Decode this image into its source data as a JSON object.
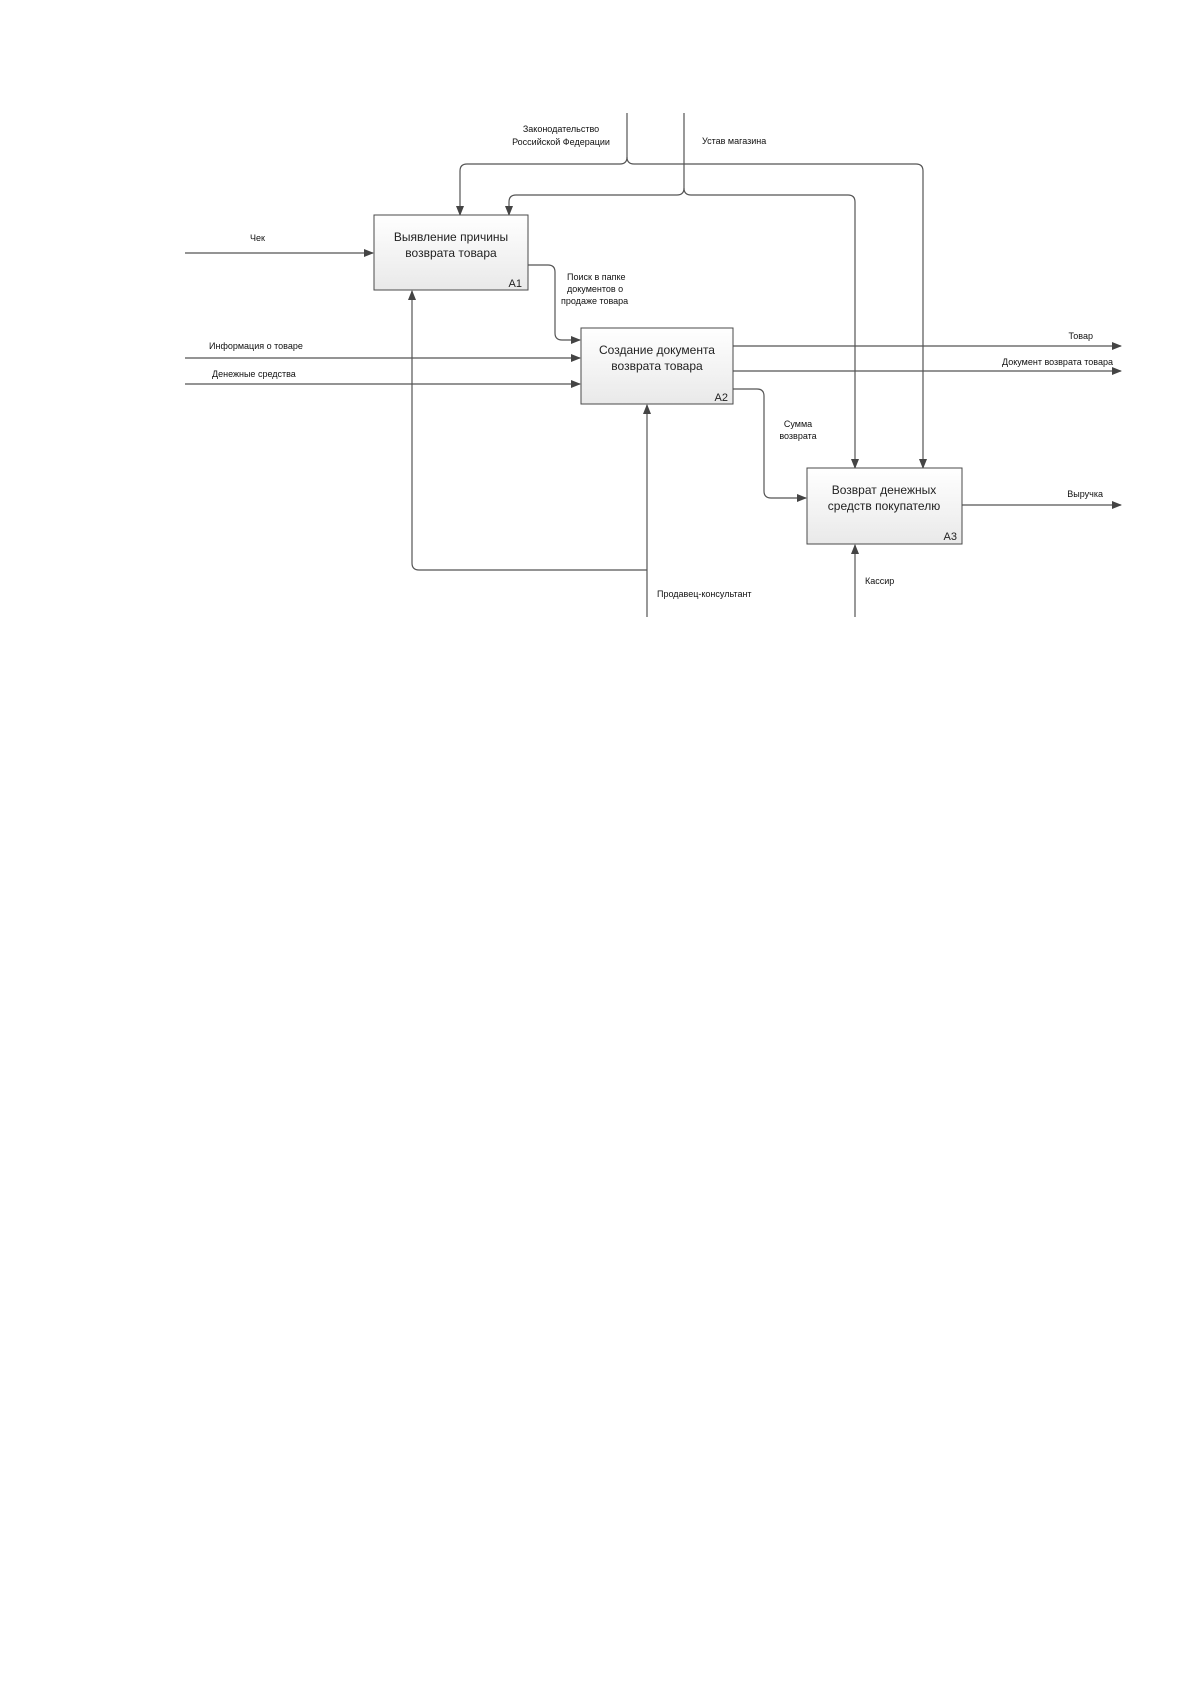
{
  "diagram": {
    "boxes": {
      "a1": {
        "line1": "Выявление причины",
        "line2": "возврата товара",
        "number": "A1"
      },
      "a2": {
        "line1": "Создание документа",
        "line2": "возврата товара",
        "number": "A2"
      },
      "a3": {
        "line1": "Возврат денежных",
        "line2": "средств покупателю",
        "number": "A3"
      }
    },
    "labels": {
      "law_line1": "Законодательство",
      "law_line2": "Российской Федерации",
      "charter": "Устав магазина",
      "check": "Чек",
      "search_line1": "Поиск в папке",
      "search_line2": "документов о",
      "search_line3": "продаже товара",
      "product_info": "Информация о товаре",
      "money": "Денежные средства",
      "goods": "Товар",
      "return_doc": "Документ возврата товара",
      "sum_line1": "Сумма",
      "sum_line2": "возврата",
      "revenue": "Выручка",
      "consultant": "Продавец-консультант",
      "cashier": "Кассир"
    }
  }
}
